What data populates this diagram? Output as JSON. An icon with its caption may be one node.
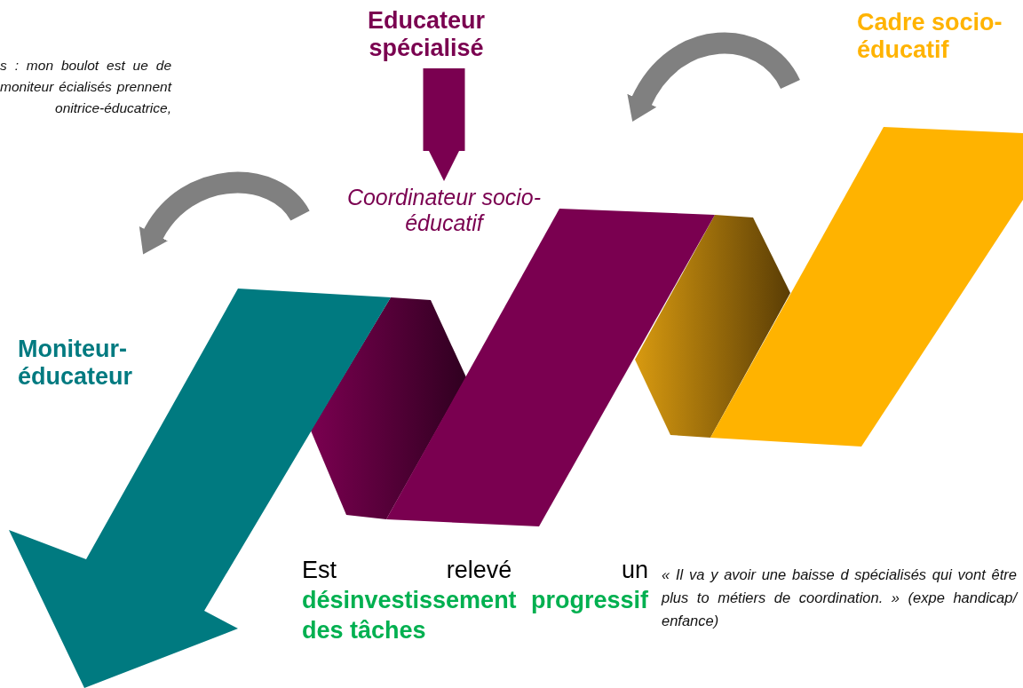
{
  "diagram": {
    "nodes": [
      {
        "text": [
          "Educateur spécialisé"
        ]
      },
      {
        "text": [
          "Coordinateur socio-éducatif"
        ]
      }
    ],
    "edges": [
      {
        "from": 0,
        "to": 1,
        "arrow": "to"
      }
    ],
    "labels": [
      "s : mon boulot est ue de moniteur écialisés prennent onitrice-éducatrice,",
      "Cadre socio- éducatif",
      "Moniteur- éducateur",
      "Est relevé un **désinvestissement progressif des tâches**",
      "« Il va y avoir une baisse d spécialisés qui vont être plus to métiers de coordination. » (expe handicap/ enfance)"
    ]
  }
}
